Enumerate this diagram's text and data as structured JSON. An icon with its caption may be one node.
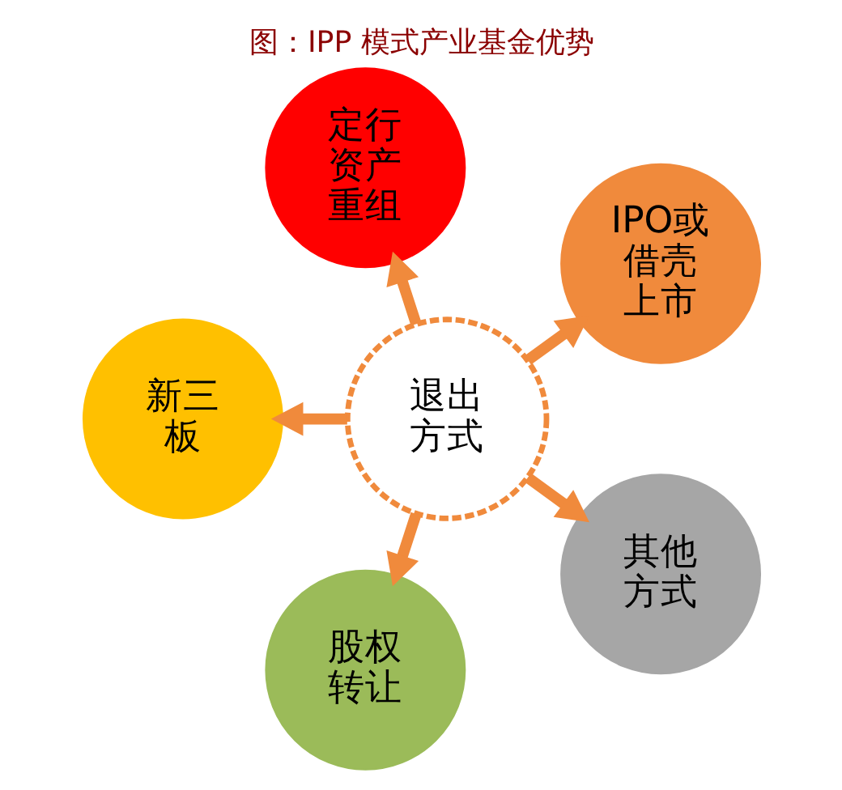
{
  "diagram": {
    "title": "图：IPP 模式产业基金优势",
    "nodes": [
      {
        "text": [
          "退出方式"
        ]
      },
      {
        "text": [
          "IPO或借壳上市"
        ]
      },
      {
        "text": [
          "定行资产重组"
        ]
      },
      {
        "text": [
          "新三板"
        ]
      },
      {
        "text": [
          "股权转让"
        ]
      },
      {
        "text": [
          "其他方式"
        ]
      }
    ],
    "edges": [
      {
        "from": 0,
        "to": 1,
        "arrow": "to"
      },
      {
        "from": 0,
        "to": 2,
        "arrow": "to"
      },
      {
        "from": 0,
        "to": 3,
        "arrow": "to"
      },
      {
        "from": 0,
        "to": 4,
        "arrow": "to"
      },
      {
        "from": 0,
        "to": 5,
        "arrow": "to"
      }
    ]
  }
}
